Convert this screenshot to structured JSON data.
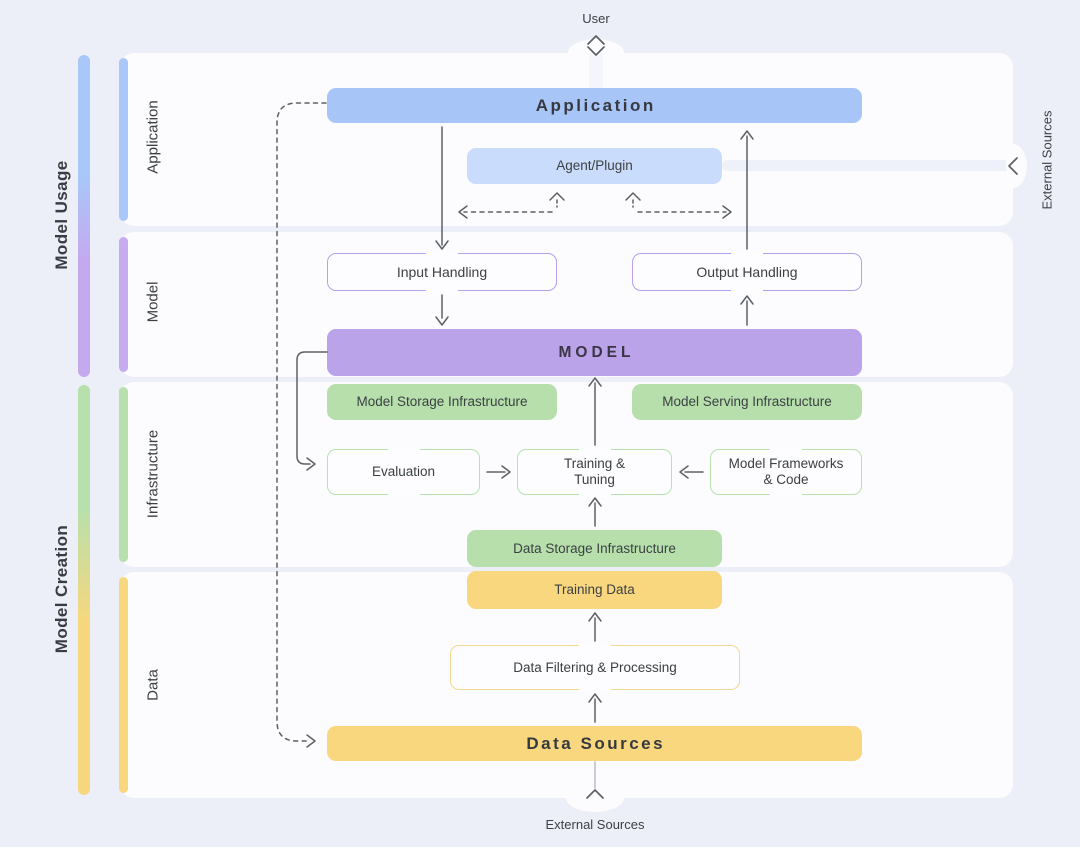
{
  "outside": {
    "user": "User",
    "external_bottom": "External Sources",
    "external_right": "External Sources"
  },
  "groups": {
    "usage": "Model Usage",
    "creation": "Model Creation"
  },
  "sections": {
    "application": "Application",
    "model": "Model",
    "infrastructure": "Infrastructure",
    "data": "Data"
  },
  "nodes": {
    "application": "Application",
    "agent_plugin": "Agent/Plugin",
    "input_handling": "Input Handling",
    "output_handling": "Output Handling",
    "model": "MODEL",
    "model_storage": "Model Storage Infrastructure",
    "model_serving": "Model Serving Infrastructure",
    "evaluation": "Evaluation",
    "training_tuning": "Training &\nTuning",
    "frameworks": "Model Frameworks\n& Code",
    "data_storage": "Data Storage Infrastructure",
    "training_data": "Training Data",
    "data_filtering": "Data Filtering & Processing",
    "data_sources": "Data Sources"
  },
  "colors": {
    "application_blue": "#a8c5f8",
    "agent_blue": "#cadcfb",
    "model_purple": "#bba3ea",
    "io_border_purple": "#b7a0ef",
    "infra_green": "#b6dfac",
    "infra_border_green": "#b9e2ae",
    "data_yellow": "#f8d77e",
    "data_border_yellow": "#f3d98f",
    "background": "#edeff8",
    "panel": "#fcfcfe",
    "text_dark": "#3c4043",
    "arrow_gray": "#5f6368"
  }
}
